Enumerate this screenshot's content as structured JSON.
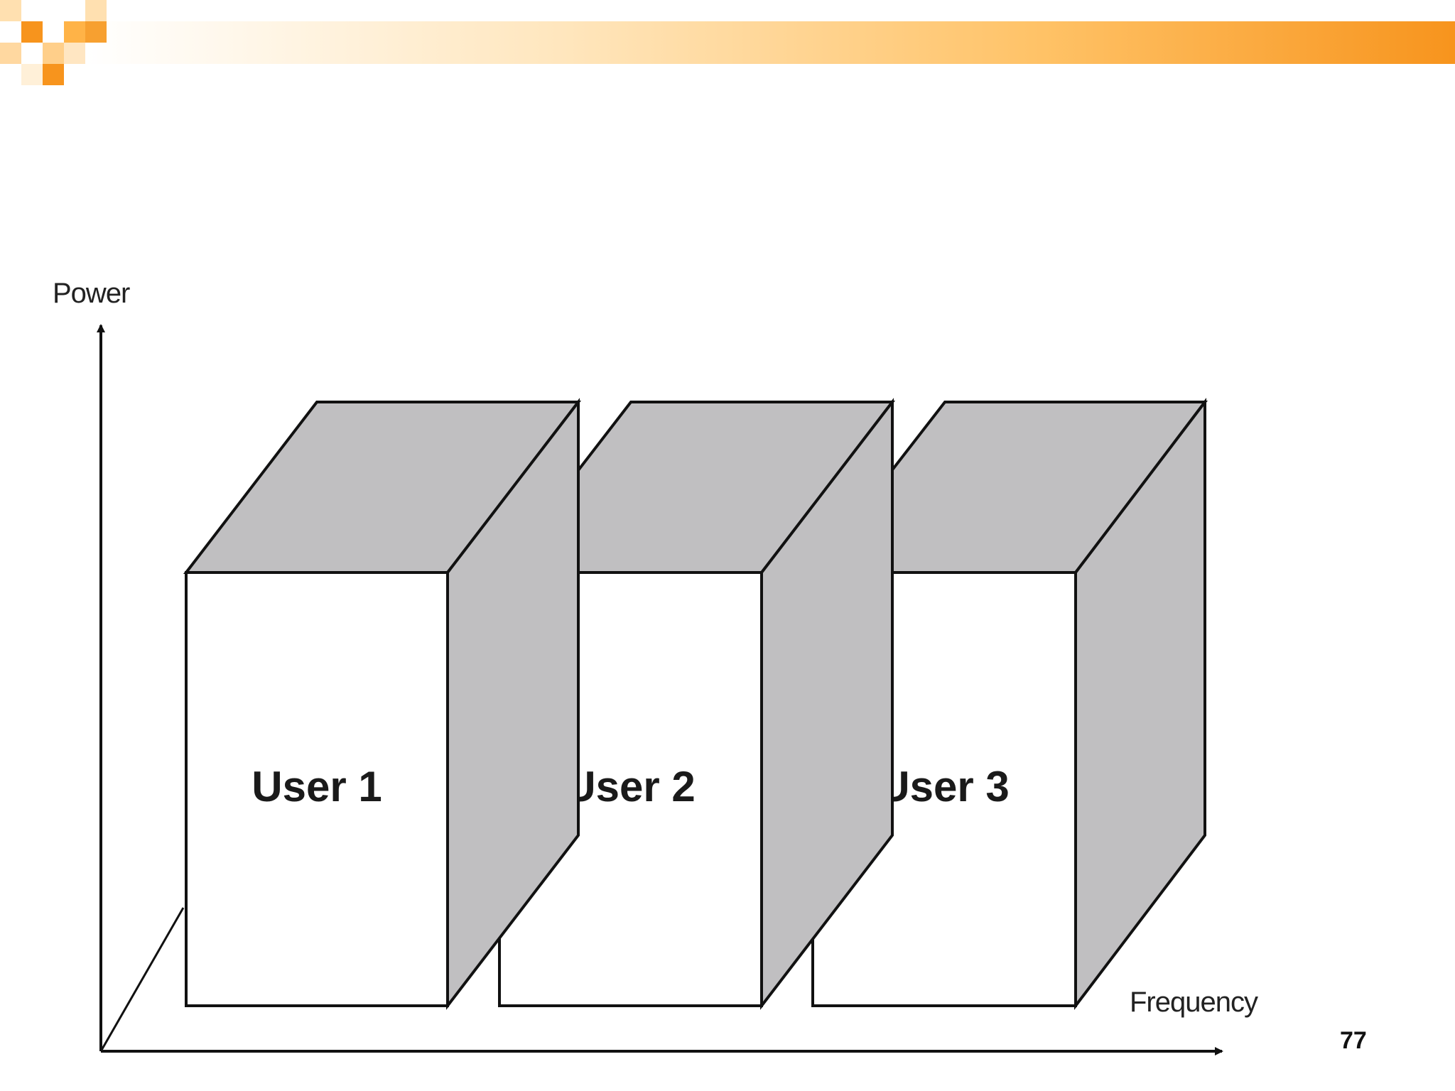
{
  "diagram": {
    "y_axis_label": "Power",
    "x_axis_label": "Frequency",
    "blocks": [
      {
        "label": "User 1"
      },
      {
        "label": "User 2"
      },
      {
        "label": "User 3"
      }
    ]
  },
  "slide": {
    "page_number": "77"
  },
  "colors": {
    "accent": "#f7941d",
    "accent_light": "#ffe3b3",
    "face_front": "#ffffff",
    "face_side": "#c0bfc1",
    "stroke": "#111111"
  }
}
